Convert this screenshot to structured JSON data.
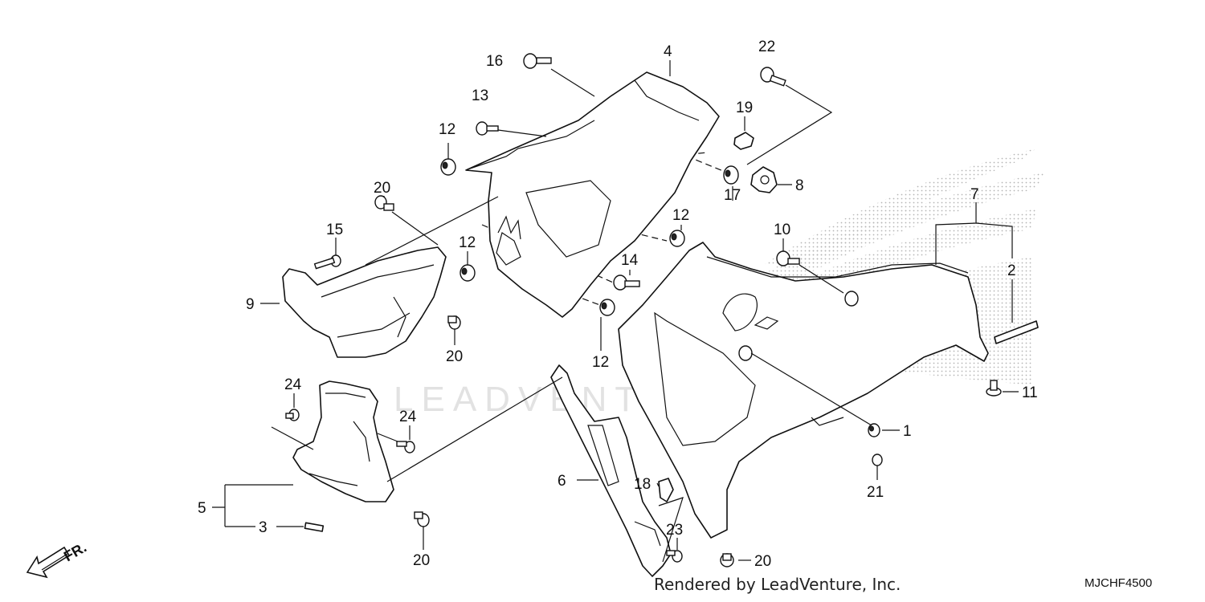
{
  "watermark": "LEADVENTURE",
  "credit": "Rendered by LeadVenture, Inc.",
  "diagram_code": "MJCHF4500",
  "direction_label": "FR.",
  "callouts": {
    "c1": "1",
    "c2": "2",
    "c3": "3",
    "c4": "4",
    "c5": "5",
    "c6": "6",
    "c7": "7",
    "c8": "8",
    "c9": "9",
    "c10": "10",
    "c11": "11",
    "c12a": "12",
    "c12b": "12",
    "c12c": "12",
    "c12d": "12",
    "c13": "13",
    "c14": "14",
    "c15": "15",
    "c16": "16",
    "c17": "17",
    "c18": "18",
    "c19": "19",
    "c20a": "20",
    "c20b": "20",
    "c20c": "20",
    "c20d": "20",
    "c21": "21",
    "c22": "22",
    "c23": "23",
    "c24a": "24",
    "c24b": "24"
  },
  "colors": {
    "line": "#111111",
    "dots": "#bbbbbb",
    "watermark": "#cccccc"
  }
}
